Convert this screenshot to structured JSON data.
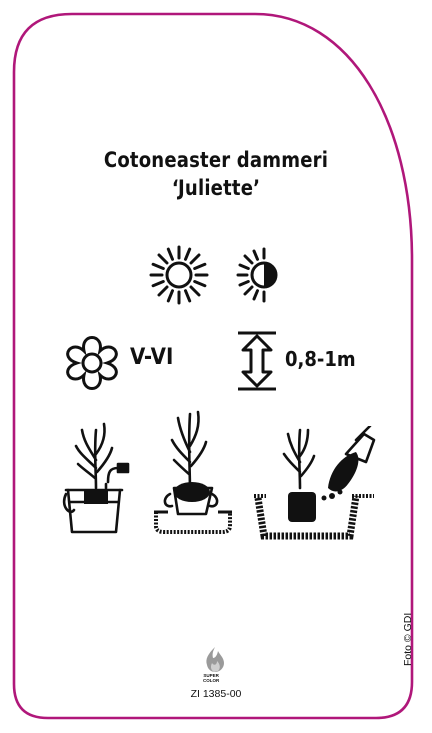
{
  "label_card": {
    "border_color": "#b0177a",
    "title": {
      "line1": "Cotoneaster dammeri",
      "line2": "‘Juliette’"
    },
    "light_icons": [
      "full-sun-icon",
      "partial-shade-icon"
    ],
    "bloom": {
      "icon": "flower-icon",
      "months": "V-VI"
    },
    "height": {
      "icon": "height-arrow-icon",
      "value": "0,8-1m"
    },
    "planting_steps": [
      "water-bucket-soak-icon",
      "remove-pot-icon",
      "plant-and-fill-soil-icon"
    ],
    "photo_credit": "Foto © GDI",
    "brand": {
      "icon": "flame-logo-icon",
      "line1": "SUPER",
      "line2": "COLOR"
    },
    "product_code": "ZI 1385-00"
  }
}
